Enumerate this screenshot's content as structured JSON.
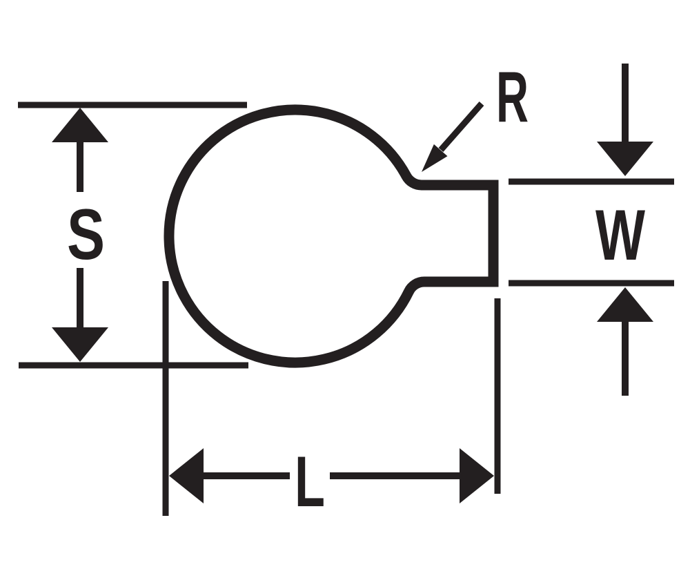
{
  "figure": {
    "kind": "dimension-drawing",
    "shape": "keyhole-slot-circle-with-rectangular-tab",
    "labels": {
      "height": "S",
      "slot_width": "W",
      "length": "L",
      "radius": "R"
    },
    "colors": {
      "ink": "#231f20",
      "background": "#ffffff"
    }
  }
}
